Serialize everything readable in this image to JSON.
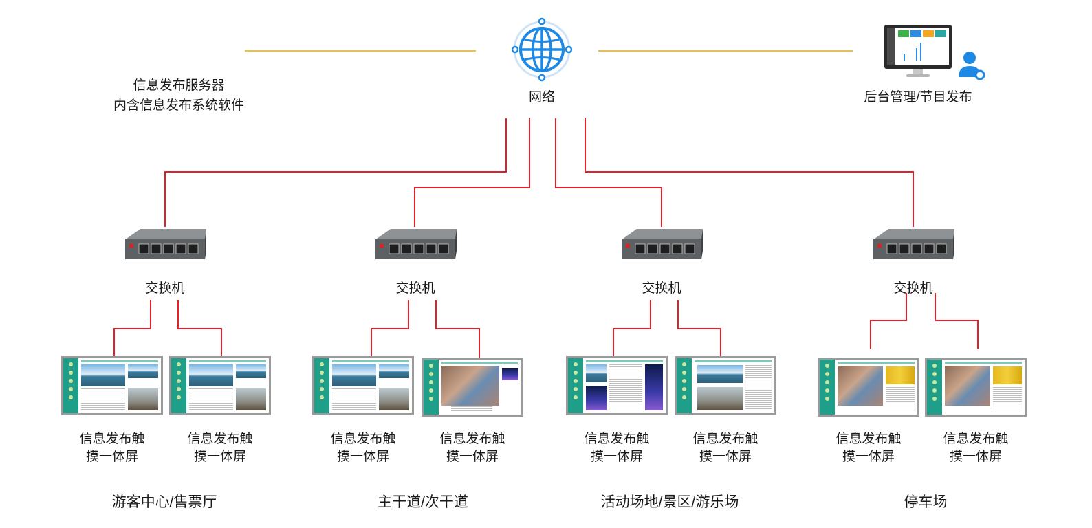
{
  "network": {
    "label": "网络",
    "icon": "globe-network-icon"
  },
  "server": {
    "line1": "信息发布服务器",
    "line2": "内含信息发布系统软件"
  },
  "admin": {
    "label": "后台管理/节目发布",
    "icon": "monitor-admin-icon"
  },
  "switch_label": "交换机",
  "screen_label_line1": "信息发布触",
  "screen_label_line2": "摸一体屏",
  "zones": [
    {
      "label": "游客中心/售票厅"
    },
    {
      "label": "主干道/次干道"
    },
    {
      "label": "活动场地/景区/游乐场"
    },
    {
      "label": "停车场"
    }
  ],
  "colors": {
    "main_line": "#f2c230",
    "link_line": "#e5202a",
    "globe": "#1e88e5",
    "screen_sidebar": "#1f9e8a"
  }
}
